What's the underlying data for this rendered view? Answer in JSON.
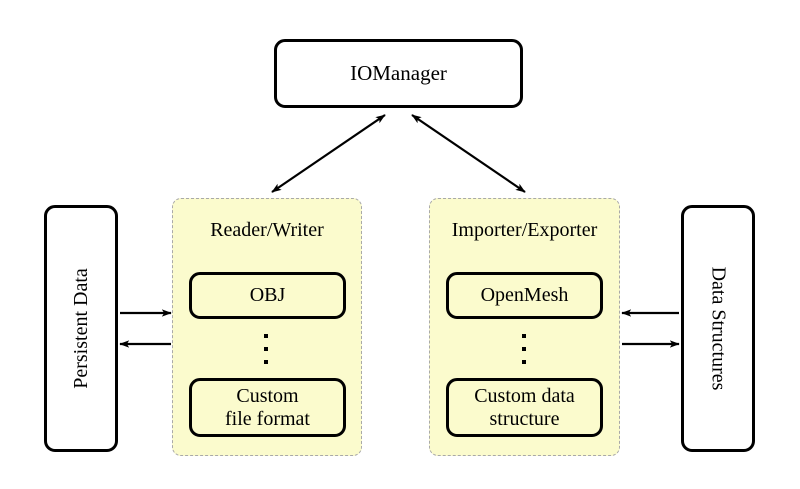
{
  "diagram": {
    "title_node": {
      "label": "IOManager"
    },
    "left_store": {
      "label": "Persistent Data",
      "orientation": "rotated-up"
    },
    "right_store": {
      "label": "Data Structures",
      "orientation": "rotated-down"
    },
    "panels": [
      {
        "id": "reader-writer",
        "title": "Reader/Writer",
        "fill_color": "#fbfbcd",
        "border_color": "#a9a9a9",
        "items": [
          {
            "label": "OBJ"
          },
          {
            "label": "⋮",
            "kind": "ellipsis"
          },
          {
            "label": "Custom\nfile format",
            "line1": "Custom",
            "line2": "file format"
          }
        ]
      },
      {
        "id": "importer-exporter",
        "title": "Importer/Exporter",
        "fill_color": "#fbfbcd",
        "border_color": "#a9a9a9",
        "items": [
          {
            "label": "OpenMesh"
          },
          {
            "label": "⋮",
            "kind": "ellipsis"
          },
          {
            "label": "Custom data\nstructure",
            "line1": "Custom data",
            "line2": "structure"
          }
        ]
      }
    ],
    "connections": [
      {
        "from": "IOManager",
        "to": "Reader/Writer",
        "style": "double-arrow",
        "direction": "bidirectional"
      },
      {
        "from": "IOManager",
        "to": "Importer/Exporter",
        "style": "double-arrow",
        "direction": "bidirectional"
      },
      {
        "from": "Persistent Data",
        "to": "Reader/Writer",
        "style": "arrow",
        "direction": "right"
      },
      {
        "from": "Reader/Writer",
        "to": "Persistent Data",
        "style": "arrow",
        "direction": "left"
      },
      {
        "from": "Data Structures",
        "to": "Importer/Exporter",
        "style": "arrow",
        "direction": "left"
      },
      {
        "from": "Importer/Exporter",
        "to": "Data Structures",
        "style": "arrow",
        "direction": "right"
      }
    ],
    "colors": {
      "panel_fill": "#fbfbcd",
      "panel_border": "#a9a9a9",
      "stroke": "#000000",
      "background": "#ffffff"
    }
  }
}
